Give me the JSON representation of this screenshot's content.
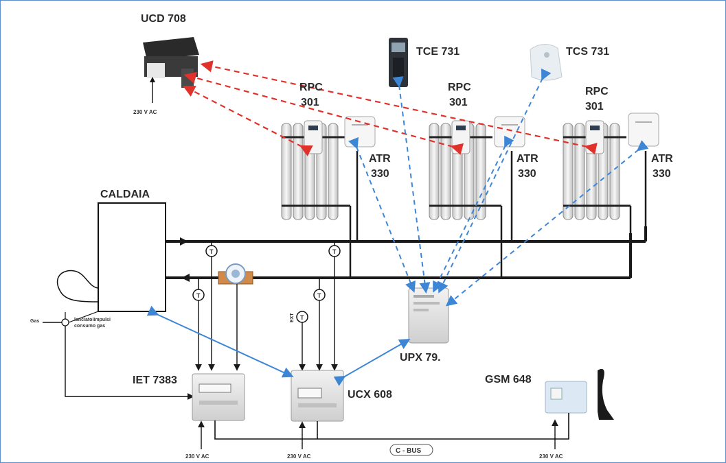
{
  "labels": {
    "ucd": "UCD 708",
    "tce": "TCE 731",
    "tcs": "TCS 731",
    "rpc1_a": "RPC",
    "rpc1_b": "301",
    "rpc2_a": "RPC",
    "rpc2_b": "301",
    "rpc3_a": "RPC",
    "rpc3_b": "301",
    "atr1_a": "ATR",
    "atr1_b": "330",
    "atr2_a": "ATR",
    "atr2_b": "330",
    "atr3_a": "ATR",
    "atr3_b": "330",
    "caldaia": "CALDAIA",
    "upx": "UPX 79.",
    "iet": "IET 7383",
    "ucx": "UCX 608",
    "gsm": "GSM 648",
    "gas": "Gas",
    "gas_note_1": "lanciatoiimpulsi",
    "gas_note_2": "consumo gas",
    "cbus": "C - BUS",
    "sensor": "T",
    "ext": "EXT"
  },
  "power": {
    "ucd": "230 V AC",
    "iet": "230 V AC",
    "ucx": "230 V AC",
    "gsm": "230 V AC"
  },
  "colors": {
    "pipe": "#1a1a1a",
    "wireless": "#3d86d6",
    "remote": "#e0312b",
    "frame": "#5b8fc9"
  }
}
